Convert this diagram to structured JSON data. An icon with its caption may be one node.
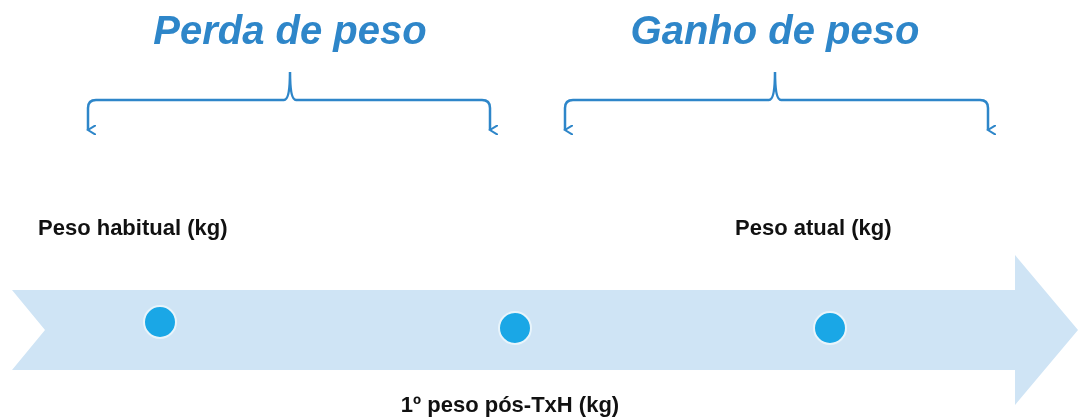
{
  "diagram": {
    "nodes": [
      {
        "text": [],
        "shape": "circle",
        "beside": [
          "Peso habitual (kg)"
        ]
      },
      {
        "text": [],
        "shape": "circle",
        "beside": [
          "1º peso pós-TxH (kg)"
        ]
      },
      {
        "text": [],
        "shape": "circle",
        "beside": [
          "Peso atual (kg)"
        ]
      }
    ],
    "labels": [
      "Perda de peso",
      "Ganho de peso"
    ]
  }
}
